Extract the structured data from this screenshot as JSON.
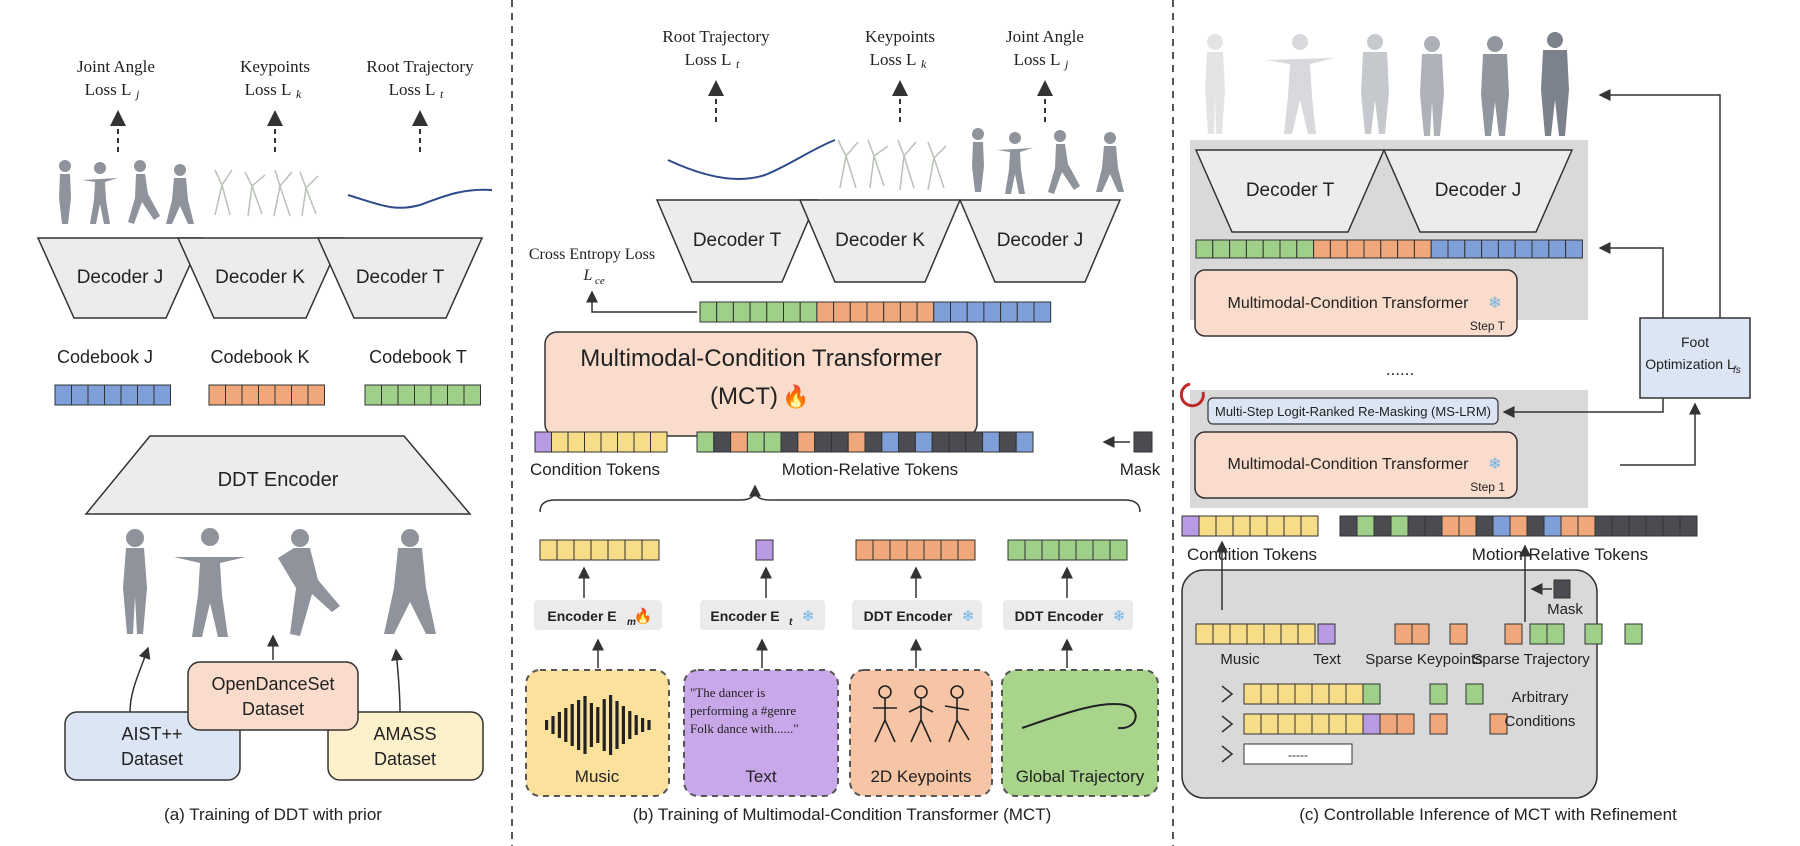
{
  "colors": {
    "blue": "#7e9fd9",
    "orange": "#f0a77a",
    "green": "#9fd08a",
    "yellow": "#f7dd88",
    "purple": "#b79be3",
    "dark": "#4a4c52",
    "peach": "#f9dccb",
    "panel_gray": "#d9d9d9",
    "decoder_gray": "#ececec",
    "light_blue_box": "#dce5f4",
    "light_yellow_box": "#fdf1cc",
    "music_yellow": "#fbe19b",
    "text_purple": "#c9a8e9",
    "kp_orange": "#f6c5a5",
    "traj_green": "#a9d48c"
  },
  "panel_a": {
    "caption": "(a)  Training of DDT with prior",
    "losses": [
      {
        "line1": "Joint Angle",
        "line2": "Loss L",
        "sub": "j"
      },
      {
        "line1": "Keypoints",
        "line2": "Loss L",
        "sub": "k"
      },
      {
        "line1": "Root Trajectory",
        "line2": "Loss L",
        "sub": "t"
      }
    ],
    "decoders": [
      "Decoder J",
      "Decoder K",
      "Decoder T"
    ],
    "codebooks": [
      "Codebook J",
      "Codebook K",
      "Codebook T"
    ],
    "encoder": "DDT Encoder",
    "datasets": [
      {
        "line1": "AIST++",
        "line2": "Dataset"
      },
      {
        "line1": "OpenDanceSet",
        "line2": "Dataset"
      },
      {
        "line1": "AMASS",
        "line2": "Dataset"
      }
    ]
  },
  "panel_b": {
    "caption": "(b) Training of Multimodal-Condition Transformer (MCT)",
    "losses": [
      {
        "line1": "Root Trajectory",
        "line2": "Loss L",
        "sub": "t"
      },
      {
        "line1": "Keypoints",
        "line2": "Loss L",
        "sub": "k"
      },
      {
        "line1": "Joint Angle",
        "line2": "Loss L",
        "sub": "j"
      }
    ],
    "ce_loss": {
      "line1": "Cross Entropy Loss",
      "line2": "L",
      "sub": "ce"
    },
    "decoders": [
      "Decoder T",
      "Decoder K",
      "Decoder J"
    ],
    "mct_line1": "Multimodal-Condition Transformer",
    "mct_line2": "(MCT)",
    "fire": "🔥",
    "condition_tokens": "Condition Tokens",
    "motion_tokens": "Motion-Relative Tokens",
    "mask": "Mask",
    "encoders": [
      {
        "label": "Encoder E",
        "sub": "m",
        "mark": "🔥"
      },
      {
        "label": "Encoder E",
        "sub": "t",
        "mark": "❄"
      },
      {
        "label": "DDT Encoder",
        "sub": "",
        "mark": "❄"
      },
      {
        "label": "DDT Encoder",
        "sub": "",
        "mark": "❄"
      }
    ],
    "inputs": [
      "Music",
      "Text",
      "2D Keypoints",
      "Global Trajectory"
    ],
    "text_quote": [
      "\"The dancer is",
      "performing a #genre",
      "Folk dance with......\""
    ]
  },
  "panel_c": {
    "caption": "(c) Controllable Inference of MCT with Refinement",
    "decoders": [
      "Decoder T",
      "Decoder J"
    ],
    "mct": "Multimodal-Condition Transformer",
    "snow": "❄",
    "step_t": "Step T",
    "step_1": "Step 1",
    "dots": "......",
    "msl": "Multi-Step Logit-Ranked Re-Masking (MS-LRM)",
    "foot": {
      "line1": "Foot",
      "line2": "Optimization L",
      "sub": "fs"
    },
    "condition_tokens": "Condition Tokens",
    "motion_tokens": "Motion-Relative Tokens",
    "mask": "Mask",
    "labels": [
      "Music",
      "Text",
      "Sparse Keypoints",
      "Sparse Trajectory"
    ],
    "arbitrary": [
      "Arbitrary",
      "Conditions"
    ],
    "ellipsis_box": "-----"
  }
}
